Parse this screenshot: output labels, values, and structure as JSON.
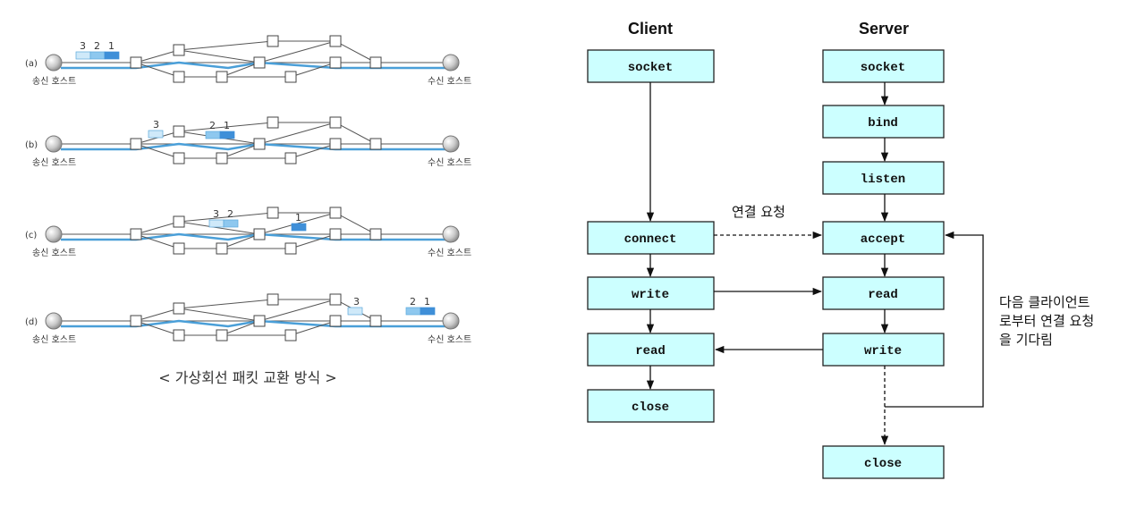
{
  "left_figure": {
    "caption": "< 가상회선 패킷 교환 방식 >",
    "sender_label": "송신 호스트",
    "receiver_label": "수신 호스트",
    "rows": [
      {
        "tag": "(a)",
        "packets": [
          "3",
          "2",
          "1"
        ]
      },
      {
        "tag": "(b)",
        "packets": [
          "3",
          "2",
          "1"
        ]
      },
      {
        "tag": "(c)",
        "packets": [
          "3",
          "2",
          "1"
        ]
      },
      {
        "tag": "(d)",
        "packets": [
          "3",
          "2",
          "1"
        ]
      }
    ],
    "colors": {
      "route": "#4a9fd8",
      "pkt_light": "#cfe9f9",
      "pkt_mid": "#8ec8ef",
      "pkt_dark": "#3f8fd8"
    }
  },
  "right_figure": {
    "client_header": "Client",
    "server_header": "Server",
    "client_steps": [
      "socket",
      "connect",
      "write",
      "read",
      "close"
    ],
    "server_steps": [
      "socket",
      "bind",
      "listen",
      "accept",
      "read",
      "write",
      "close"
    ],
    "connect_annotation": "연결 요청",
    "loop_annotation": [
      "다음 클라이언트",
      "로부터 연결 요청",
      "을 기다림"
    ],
    "colors": {
      "box_fill": "#ccffff"
    }
  }
}
